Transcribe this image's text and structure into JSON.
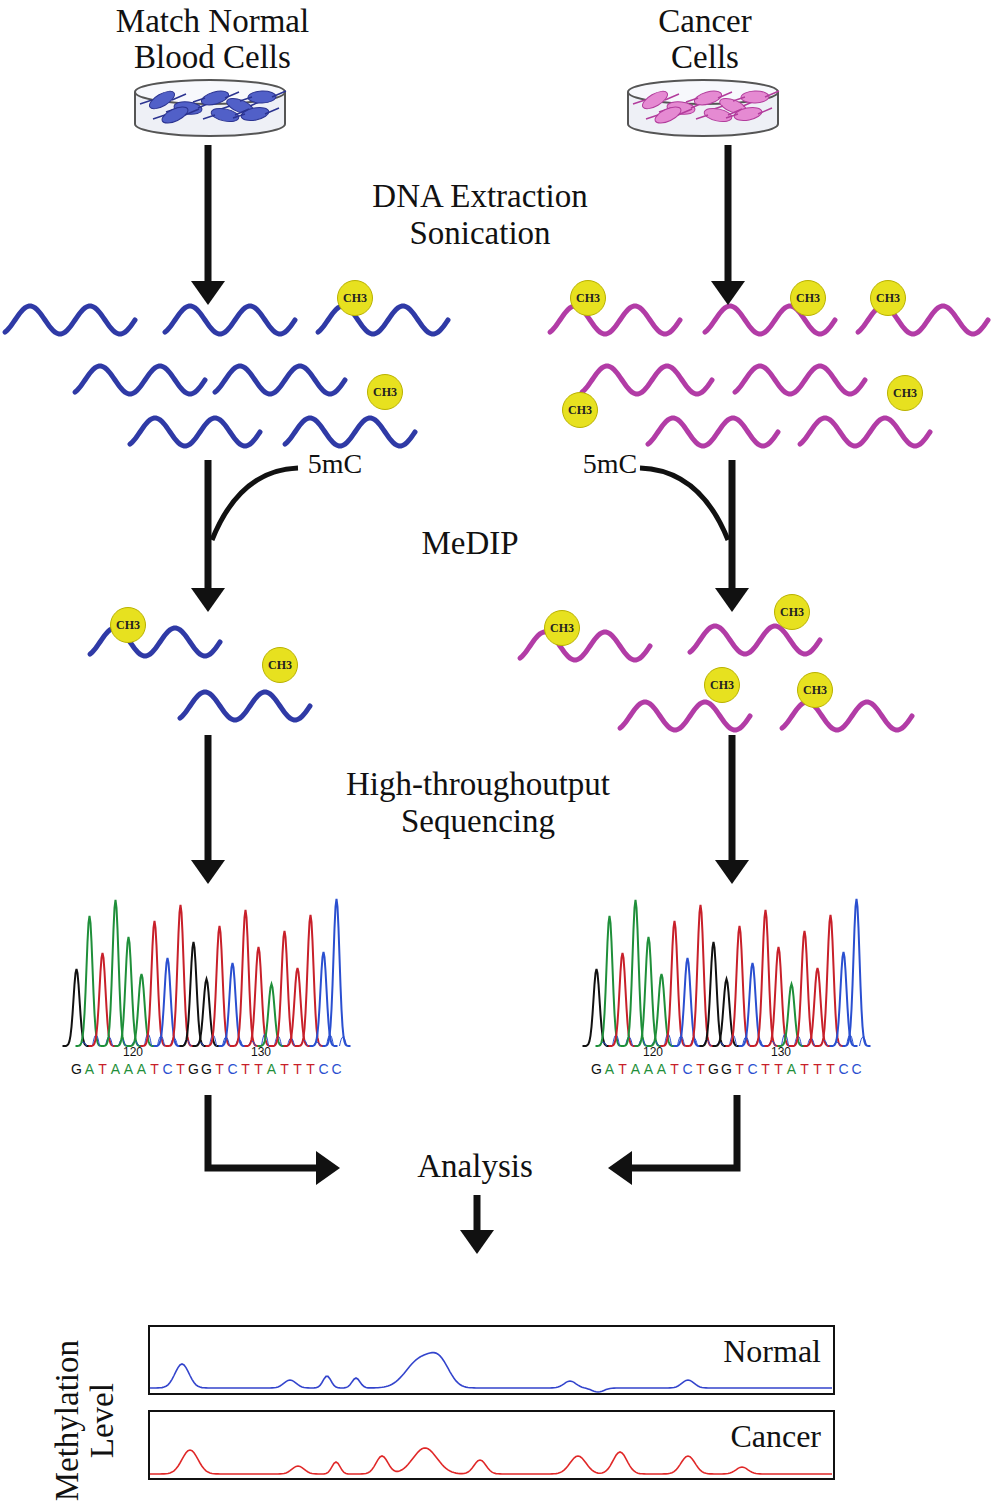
{
  "diagram": {
    "nodes": [
      {
        "text": [
          "Match Normal Blood Cells"
        ]
      },
      {
        "text": [
          "Cancer Cells"
        ]
      },
      {
        "text": [
          "CH3"
        ]
      },
      {
        "text": [
          "CH3"
        ]
      },
      {
        "text": [
          "CH3"
        ]
      },
      {
        "text": [
          "CH3"
        ]
      },
      {
        "text": [
          "CH3"
        ]
      },
      {
        "text": [
          "CH3"
        ]
      },
      {
        "text": [
          "CH3"
        ]
      },
      {
        "text": [
          "CH3"
        ]
      },
      {
        "text": [
          "CH3"
        ]
      },
      {
        "text": [
          "CH3"
        ]
      },
      {
        "text": [
          "CH3"
        ]
      },
      {
        "text": [
          "CH3"
        ]
      },
      {
        "text": [
          "CH3"
        ]
      },
      {
        "text": [
          "Normal"
        ]
      },
      {
        "text": [
          "Cancer"
        ]
      }
    ],
    "labels": [
      "DNA Extraction Sonication",
      "5mC",
      "5mC",
      "MeDIP",
      "High-throughoutput Sequencing",
      "120",
      "130",
      "GATAAATCTGGTCTTATTTCC",
      "120",
      "130",
      "GATAAATCTGGTCTTATTTCC",
      "Analysis",
      "Methylation Level"
    ]
  }
}
